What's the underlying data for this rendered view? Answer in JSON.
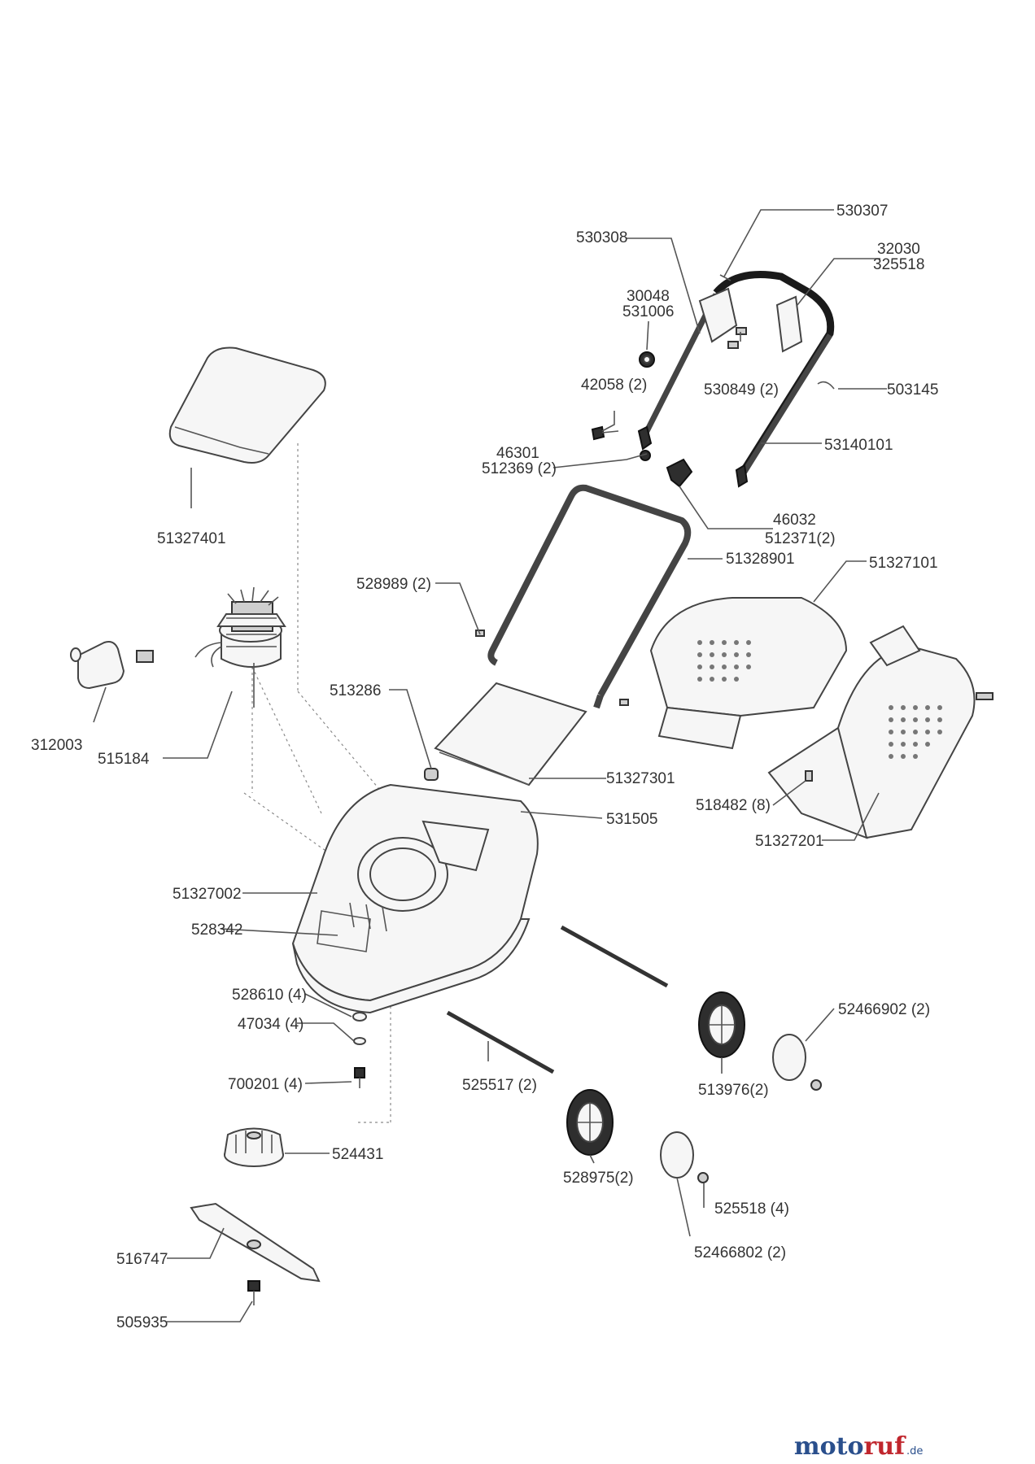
{
  "labels": {
    "l530307": "530307",
    "l530308": "530308",
    "l32030": "32030",
    "l325518": "325518",
    "l30048": "30048",
    "l531006": "531006",
    "l42058": "42058 (2)",
    "l530849": "530849 (2)",
    "l503145": "503145",
    "l46301": "46301",
    "l512369": "512369 (2)",
    "l53140101": "53140101",
    "l46032": "46032",
    "l512371": "512371(2)",
    "l51327401": "51327401",
    "l51328901": "51328901",
    "l528989": "528989 (2)",
    "l51327101": "51327101",
    "l312003": "312003",
    "l515184": "515184",
    "l513286": "513286",
    "l51327301": "51327301",
    "l531505": "531505",
    "l518482": "518482 (8)",
    "l51327201": "51327201",
    "l51327002": "51327002",
    "l528342": "528342",
    "l528610": "528610 (4)",
    "l47034": "47034 (4)",
    "l700201": "700201 (4)",
    "l524431": "524431",
    "l525517": "525517 (2)",
    "l52466902": "52466902 (2)",
    "l513976": "513976(2)",
    "l528975": "528975(2)",
    "l525518b": "525518 (4)",
    "l52466802": "52466802 (2)",
    "l516747": "516747",
    "l505935": "505935"
  },
  "watermark": {
    "part1": "moto",
    "part2": "ruf",
    "suffix": ".de"
  },
  "colors": {
    "watermark_blue": "#2a4f8c",
    "watermark_red": "#c0262d"
  }
}
